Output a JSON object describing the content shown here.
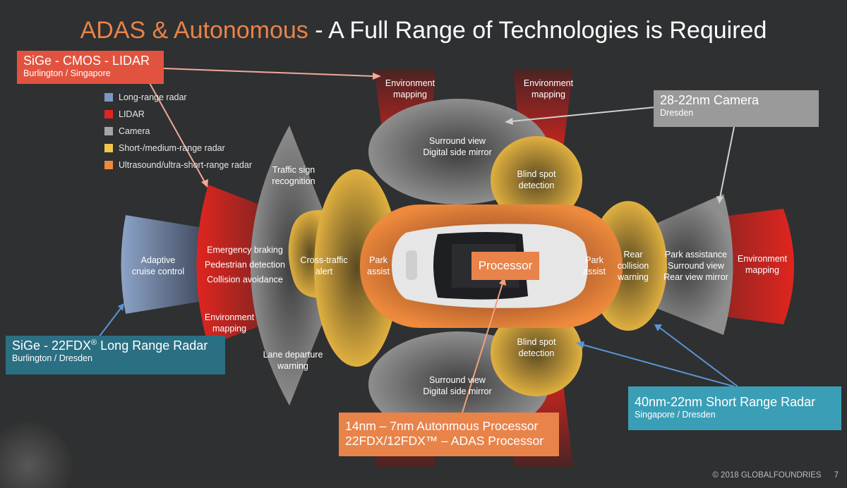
{
  "title": {
    "accent": "ADAS & Autonomous",
    "rest": " - A Full Range of Technologies is Required"
  },
  "colors": {
    "long_range_radar": "#8da4c8",
    "lidar": "#e0251f",
    "camera": "#a6a6a6",
    "short_medium_radar": "#f3c64a",
    "ultrasound": "#ee8a3c",
    "accent": "#e8834a",
    "teal": "#2b6f82",
    "red_callout": "#e2533f",
    "gray_callout": "#9a9a9a"
  },
  "legend": [
    {
      "label": "Long-range radar",
      "color": "#7d97c4"
    },
    {
      "label": "LIDAR",
      "color": "#e0251f"
    },
    {
      "label": "Camera",
      "color": "#a6a6a6"
    },
    {
      "label": "Short-/medium-range radar",
      "color": "#f3c64a"
    },
    {
      "label": "Ultrasound/ultra-short-range radar",
      "color": "#ee8a3c"
    }
  ],
  "callouts": {
    "lidar": {
      "main": "SiGe - CMOS - LIDAR",
      "sub": "Burlington / Singapore"
    },
    "camera": {
      "main": "28-22nm Camera",
      "sub": "Dresden"
    },
    "long_radar": {
      "main": "SiGe - 22FDX",
      "sup": "®",
      "main_rest": " Long Range Radar",
      "sub": "Burlington / Dresden"
    },
    "short_radar": {
      "main": "40nm-22nm Short Range Radar",
      "sub": "Singapore / Dresden"
    },
    "processor": {
      "line1": "14nm – 7nm Autonmous Processor",
      "line2": "22FDX/12FDX™ – ADAS Processor"
    }
  },
  "zones": {
    "env_top_left": "Environment\nmapping",
    "env_top_right": "Environment\nmapping",
    "surround_top": "Surround view\nDigital side mirror",
    "blind_spot_top": "Blind spot\ndetection",
    "traffic_sign": "Traffic sign\nrecognition",
    "adaptive_cruise": "Adaptive\ncruise control",
    "emergency": "Emergency braking\nPedestrian detection\nCollision avoidance",
    "env_left": "Environment\nmapping",
    "cross_traffic": "Cross-traffic\nalert",
    "park_left": "Park\nassist",
    "park_right": "Park\nassist",
    "rear_collision": "Rear\ncollision\nwarning",
    "park_assistance": "Park assistance\nSurround view\nRear view mirror",
    "env_right": "Environment\nmapping",
    "lane_departure": "Lane departure\nwarning",
    "blind_spot_bottom": "Blind spot\ndetection",
    "surround_bottom": "Surround view\nDigital side mirror"
  },
  "processor_label": "Processor",
  "footer": {
    "copyright": "© 2018 GLOBALFOUNDRIES",
    "page": "7"
  }
}
